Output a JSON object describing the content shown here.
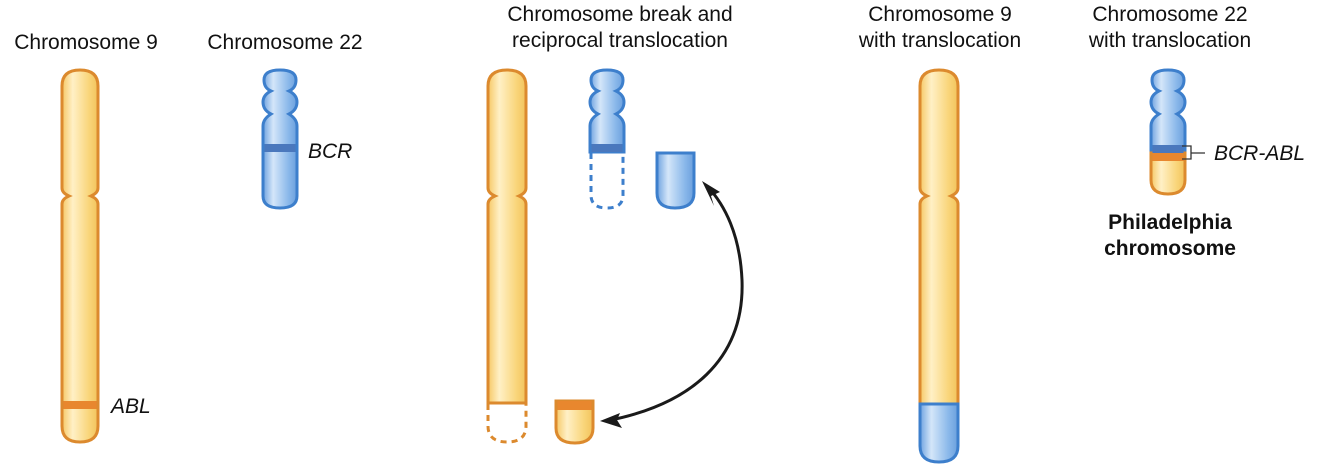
{
  "titles": {
    "chr9": "Chromosome 9",
    "chr22": "Chromosome 22",
    "break_line1": "Chromosome break and",
    "break_line2": "reciprocal translocation",
    "chr9_trans_line1": "Chromosome 9",
    "chr9_trans_line2": "with translocation",
    "chr22_trans_line1": "Chromosome 22",
    "chr22_trans_line2": "with translocation"
  },
  "genes": {
    "abl": "ABL",
    "bcr": "BCR",
    "fusion": "BCR-ABL"
  },
  "philadelphia": {
    "line1": "Philadelphia",
    "line2": "chromosome"
  },
  "colors": {
    "chr9_fill": "#f9d57a",
    "chr9_outline": "#dc8a2e",
    "abl_band": "#e8872e",
    "chr22_fill": "#8ab8ea",
    "chr22_outline": "#3d7fcc",
    "bcr_band": "#4a78bd",
    "arrow": "#1a1a1a"
  }
}
